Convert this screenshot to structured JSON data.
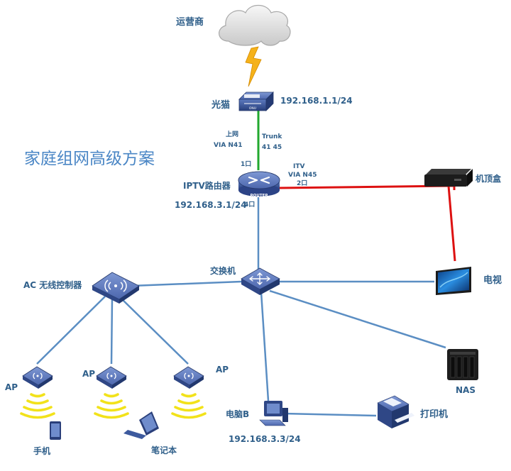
{
  "title": "家庭组网高级方案",
  "nodes": {
    "isp": "运营商",
    "modem": "光猫",
    "modem_ip": "192.168.1.1/24",
    "modem_badge": "ONU",
    "router": "IPTV路由器",
    "router_ip": "192.168.3.1/24",
    "router_badge": "ROUTER",
    "stb": "机顶盒",
    "tv": "电视",
    "switch": "交换机",
    "ac": "AC 无线控制器",
    "nas": "NAS",
    "pc": "电脑B",
    "pc_ip": "192.168.3.3/24",
    "printer": "打印机",
    "ap1": "AP",
    "ap2": "AP",
    "ap3": "AP",
    "phone": "手机",
    "laptop": "笔记本"
  },
  "links": {
    "uplink_line1": "上网",
    "uplink_line2": "VIA N41",
    "trunk_line1": "Trunk",
    "trunk_line2": "41 45",
    "port1": "1口",
    "itv_line1": "ITV",
    "itv_line2": "VIA N45",
    "port2": "2口",
    "port4": "4口"
  },
  "colors": {
    "line_blue": "#5b8ec3",
    "line_green": "#22a82e",
    "line_red": "#dd1111",
    "lightning": "#f5b21a",
    "device_blue": "#3d5a9e",
    "wifi_yellow": "#f2e21a",
    "label_blue": "#2f5f8a",
    "title_blue": "#4a86c5"
  }
}
